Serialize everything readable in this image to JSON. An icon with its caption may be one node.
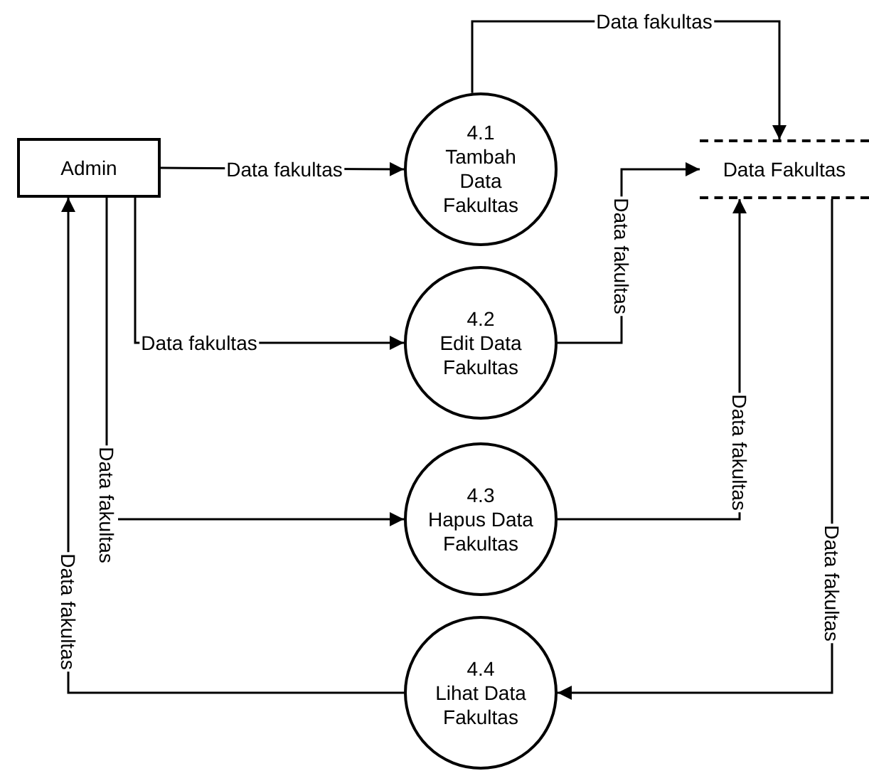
{
  "diagram": {
    "nodes": [
      {
        "text": [
          "Admin"
        ]
      },
      {
        "text": [
          "4.1",
          "Tambah Data Fakultas"
        ]
      },
      {
        "text": [
          "4.2",
          "Edit Data Fakultas"
        ]
      },
      {
        "text": [
          "4.3",
          "Hapus Data Fakultas"
        ]
      },
      {
        "text": [
          "4.4",
          "Lihat Data Fakultas"
        ]
      },
      {
        "text": [
          "Data Fakultas"
        ]
      }
    ],
    "edges": [
      {
        "from": 0,
        "to": 1,
        "arrow": "to",
        "label": "Data fakultas"
      },
      {
        "from": 1,
        "to": 5,
        "arrow": "to",
        "label": "Data fakultas"
      },
      {
        "from": 0,
        "to": 2,
        "arrow": "to",
        "label": "Data fakultas"
      },
      {
        "from": 2,
        "to": 5,
        "arrow": "to",
        "label": "Data fakultas"
      },
      {
        "from": 0,
        "to": 3,
        "arrow": "to",
        "label": "Data fakultas"
      },
      {
        "from": 3,
        "to": 5,
        "arrow": "to",
        "label": "Data fakultas"
      },
      {
        "from": 5,
        "to": 4,
        "arrow": "to",
        "label": "Data fakultas"
      },
      {
        "from": 4,
        "to": 0,
        "arrow": "to",
        "label": "Data fakultas"
      }
    ]
  }
}
